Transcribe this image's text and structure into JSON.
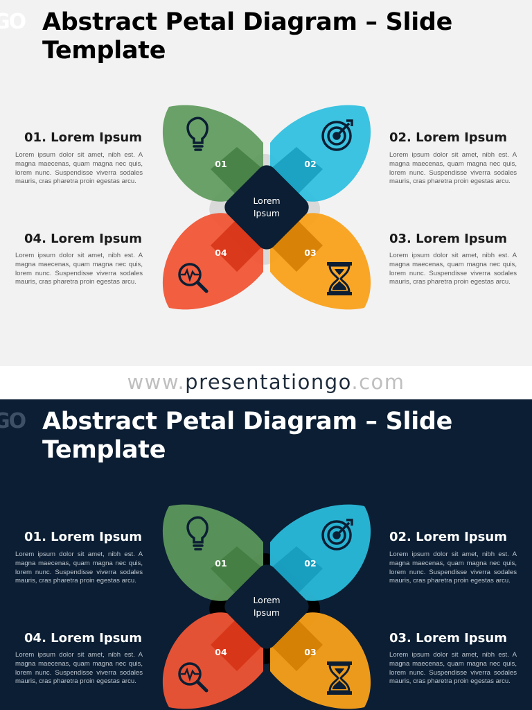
{
  "slides": [
    {
      "theme": "light",
      "logo": "GO",
      "title": "Abstract Petal Diagram – Slide Template",
      "center": [
        "Lorem",
        "Ipsum"
      ],
      "items": [
        {
          "heading": "01. Lorem Ipsum",
          "number": "01",
          "icon": "lightbulb-icon",
          "color": "#5e9a5c",
          "text": "Lorem ipsum dolor sit amet, nibh est. A magna maecenas, quam magna nec quis, lorem nunc. Suspendisse viverra sodales",
          "text_last": "mauris, cras pharetra proin egestas arcu."
        },
        {
          "heading": "02. Lorem Ipsum",
          "number": "02",
          "icon": "target-icon",
          "color": "#2bbfe0",
          "text": "Lorem ipsum dolor sit amet, nibh est. A magna maecenas, quam magna nec quis, lorem nunc. Suspendisse viverra sodales",
          "text_last": "mauris, cras pharetra proin egestas arcu."
        },
        {
          "heading": "03. Lorem Ipsum",
          "number": "03",
          "icon": "hourglass-icon",
          "color": "#f9a11b",
          "text": "Lorem ipsum dolor sit amet, nibh est. A magna maecenas, quam magna nec quis, lorem nunc. Suspendisse viverra sodales",
          "text_last": "mauris, cras pharetra proin egestas arcu."
        },
        {
          "heading": "04. Lorem Ipsum",
          "number": "04",
          "icon": "magnifier-pulse-icon",
          "color": "#f05536",
          "text": "Lorem ipsum dolor sit amet, nibh est. A magna maecenas, quam magna nec quis, lorem nunc. Suspendisse viverra sodales",
          "text_last": "mauris, cras pharetra proin egestas arcu."
        }
      ]
    },
    {
      "theme": "dark",
      "logo": "GO",
      "title": "Abstract Petal Diagram – Slide Template",
      "center": [
        "Lorem",
        "Ipsum"
      ],
      "items": [
        {
          "heading": "01. Lorem Ipsum",
          "number": "01",
          "icon": "lightbulb-icon",
          "color": "#5e9a5c",
          "text": "Lorem ipsum dolor sit amet, nibh est. A magna maecenas, quam magna nec quis, lorem nunc. Suspendisse viverra sodales",
          "text_last": "mauris, cras pharetra proin egestas arcu."
        },
        {
          "heading": "02. Lorem Ipsum",
          "number": "02",
          "icon": "target-icon",
          "color": "#2bbfe0",
          "text": "Lorem ipsum dolor sit amet, nibh est. A magna maecenas, quam magna nec quis, lorem nunc. Suspendisse viverra sodales",
          "text_last": "mauris, cras pharetra proin egestas arcu."
        },
        {
          "heading": "03. Lorem Ipsum",
          "number": "03",
          "icon": "hourglass-icon",
          "color": "#f9a11b",
          "text": "Lorem ipsum dolor sit amet, nibh est. A magna maecenas, quam magna nec quis, lorem nunc. Suspendisse viverra sodales",
          "text_last": "mauris, cras pharetra proin egestas arcu."
        },
        {
          "heading": "04. Lorem Ipsum",
          "number": "04",
          "icon": "magnifier-pulse-icon",
          "color": "#f05536",
          "text": "Lorem ipsum dolor sit amet, nibh est. A magna maecenas, quam magna nec quis, lorem nunc. Suspendisse viverra sodales",
          "text_last": "mauris, cras pharetra proin egestas arcu."
        }
      ]
    }
  ],
  "footer": {
    "prefix": "www.",
    "brand": "presentationgo",
    "suffix": ".com"
  }
}
